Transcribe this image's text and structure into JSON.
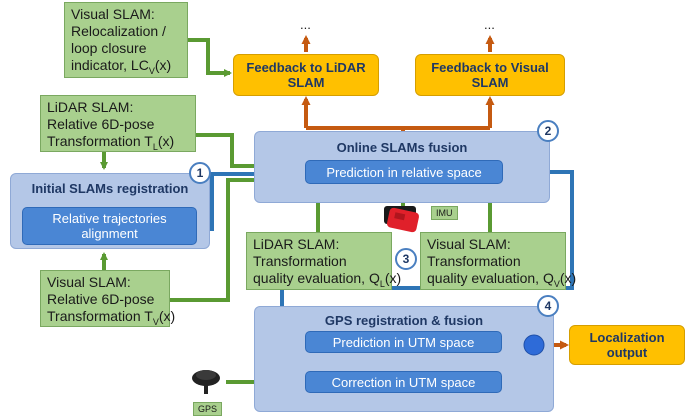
{
  "nodes": {
    "vslam_reloc": {
      "lines": [
        "Visual SLAM:",
        "Relocalization /",
        "loop closure"
      ],
      "last_prefix": "indicator, LC",
      "last_sub": "V",
      "last_suffix": "(x)"
    },
    "lidar_rel": {
      "lines": [
        "LiDAR SLAM:",
        "Relative 6D-pose"
      ],
      "last_prefix": "Transformation T",
      "last_sub": "L",
      "last_suffix": "(x)"
    },
    "vslam_rel": {
      "lines": [
        "Visual SLAM:",
        "Relative 6D-pose"
      ],
      "last_prefix": "Transformation T",
      "last_sub": "V",
      "last_suffix": "(x)"
    },
    "lidar_quality": {
      "lines": [
        "LiDAR SLAM:",
        "Transformation"
      ],
      "last_prefix": "quality evaluation, Q",
      "last_sub": "L",
      "last_suffix": "(x)"
    },
    "vslam_quality": {
      "lines": [
        "Visual SLAM:",
        "Transformation"
      ],
      "last_prefix": "quality evaluation, Q",
      "last_sub": "V",
      "last_suffix": "(x)"
    },
    "feedback_lidar": "Feedback to LiDAR SLAM",
    "feedback_visual": "Feedback to Visual SLAM",
    "localization_output": "Localization output",
    "panel_initial": "Initial SLAMs registration",
    "relative_alignment": "Relative trajectories alignment",
    "panel_online": "Online SLAMs fusion",
    "prediction_relative": "Prediction in relative space",
    "panel_gps": "GPS registration & fusion",
    "prediction_utm": "Prediction in UTM space",
    "correction_utm": "Correction in UTM space"
  },
  "badges": [
    "1",
    "2",
    "3",
    "4"
  ],
  "sensors": {
    "imu": "IMU",
    "gps": "GPS"
  },
  "ellipses": [
    "...",
    "..."
  ],
  "colors": {
    "green_arrow": "#5a9a32",
    "orange_arrow": "#c55a11",
    "blue_arrow": "#2e75b6",
    "fusion_node": "#2e6bd8"
  }
}
